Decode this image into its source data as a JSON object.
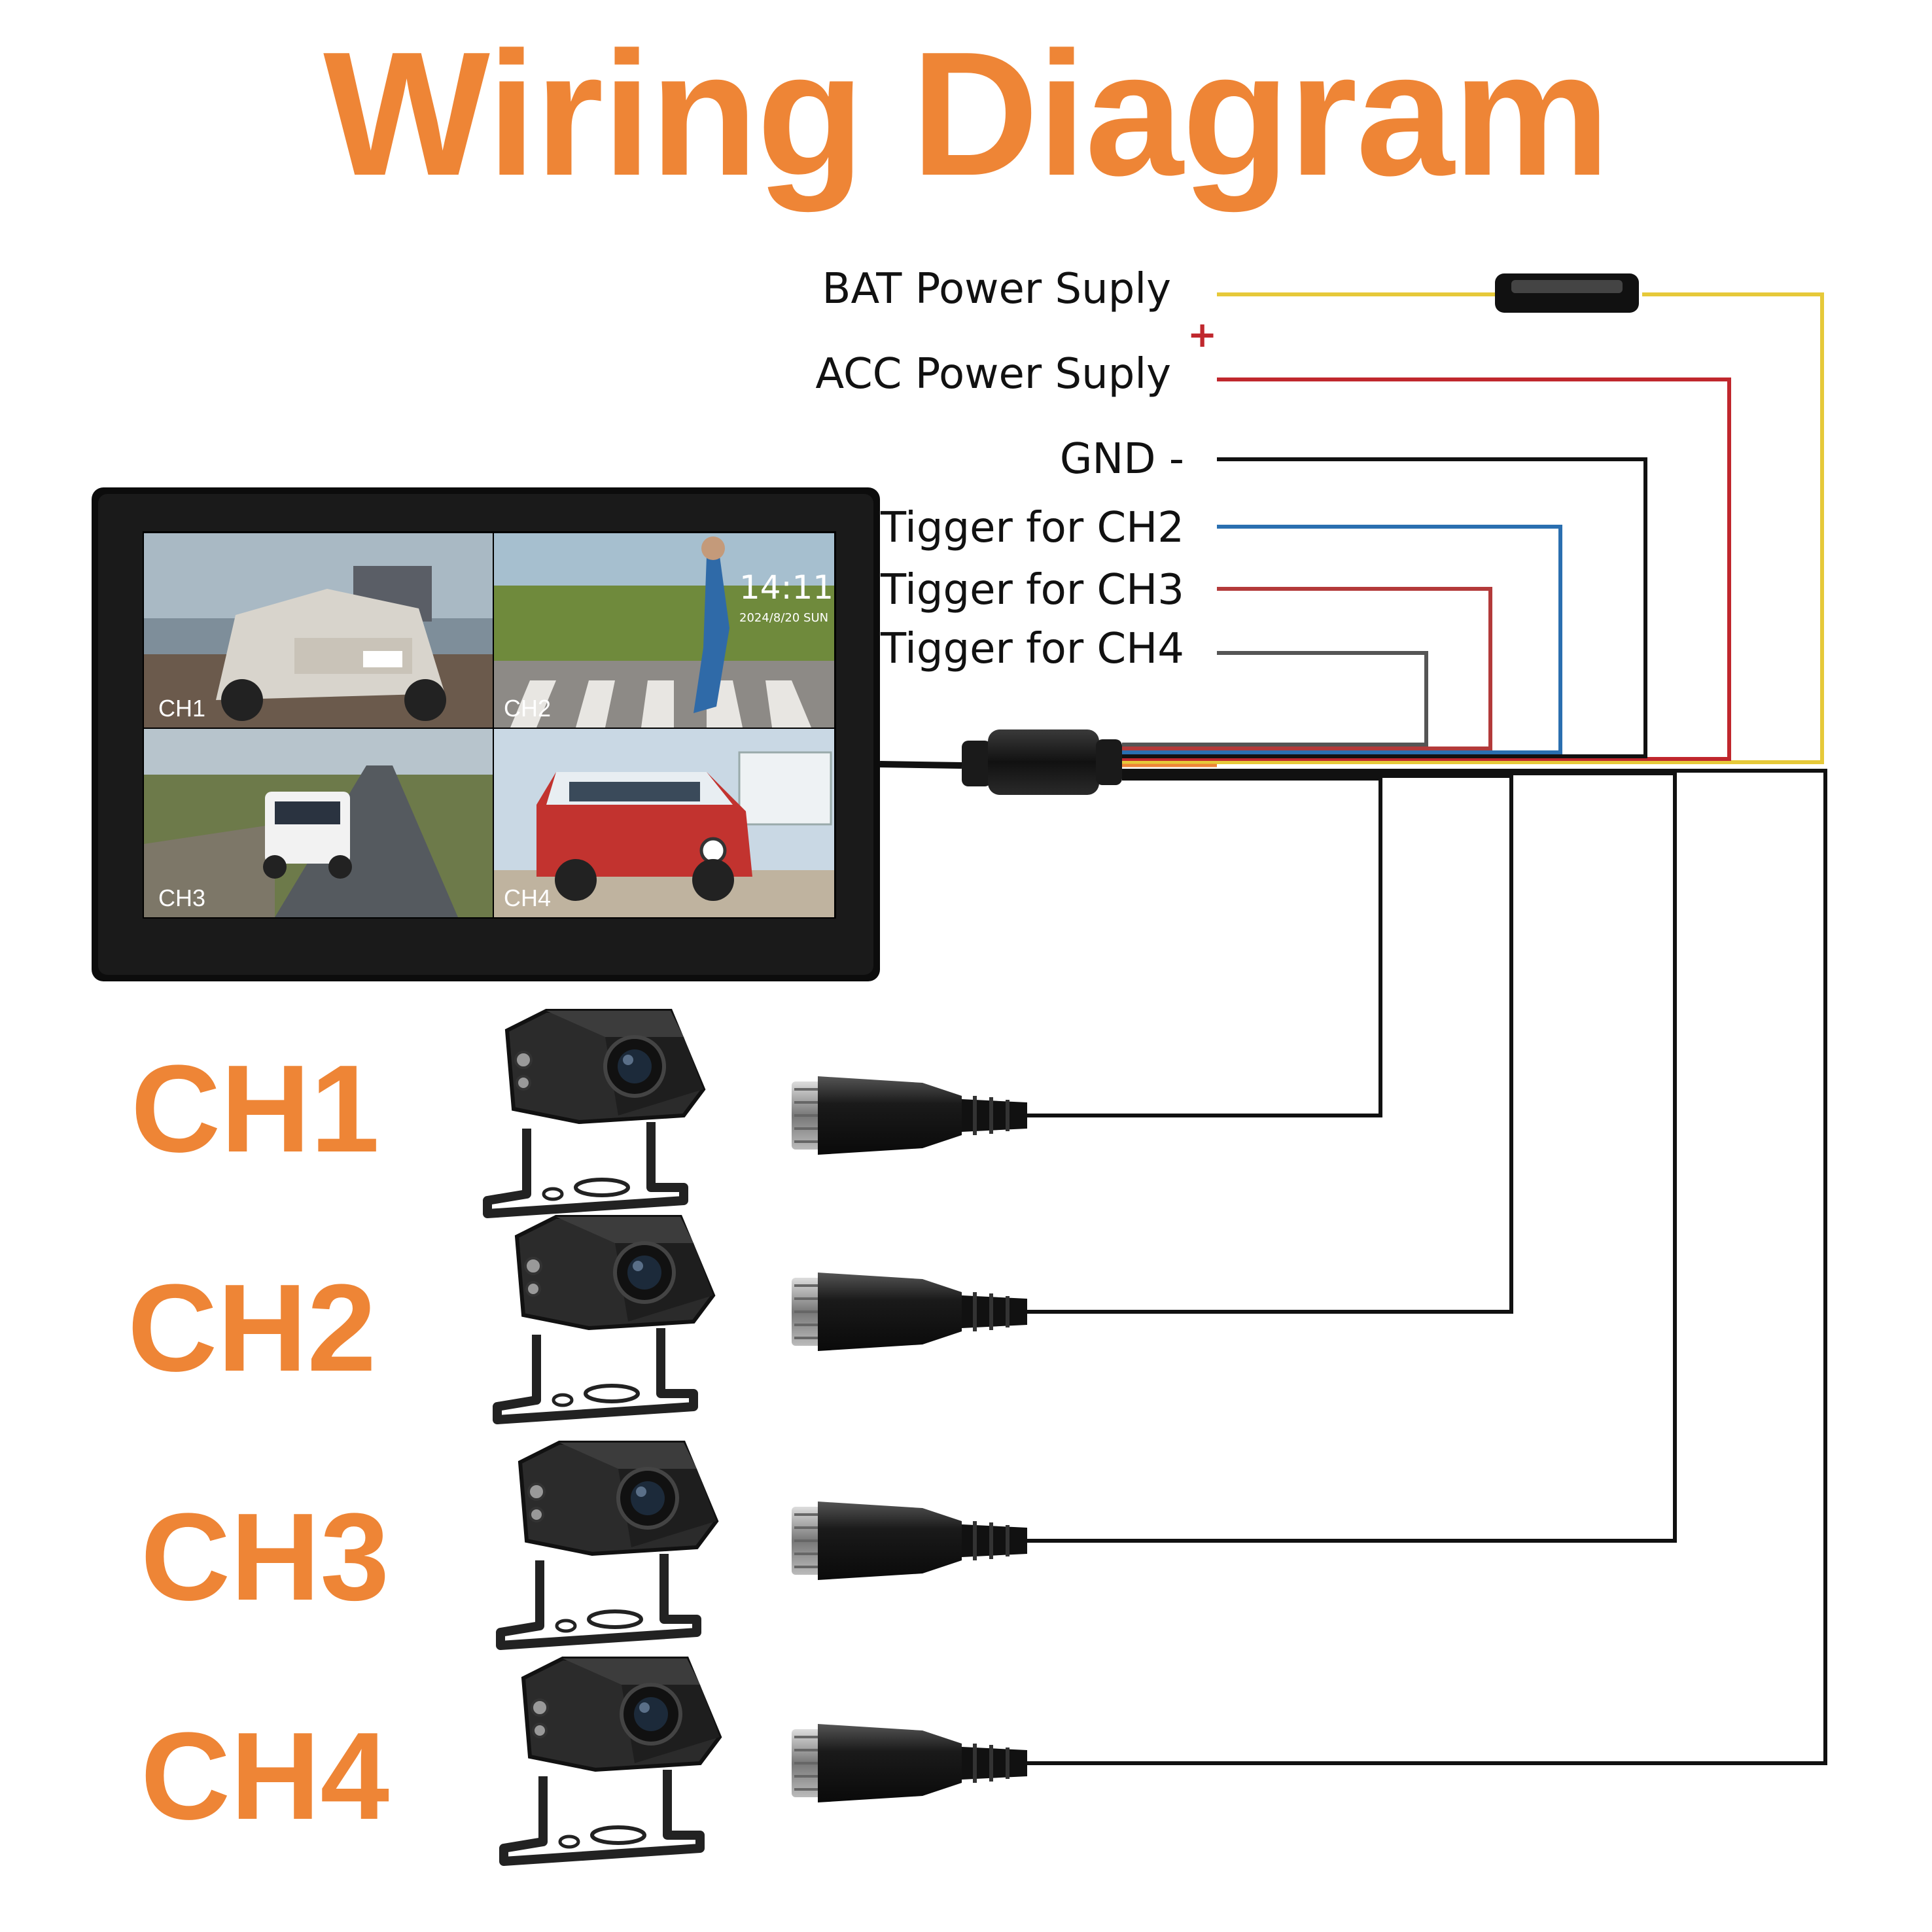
{
  "title": "Wiring Diagram",
  "wires": [
    {
      "label": "BAT Power Suply",
      "color": "#e6c939"
    },
    {
      "label": "ACC Power Suply",
      "color": "#c0272d",
      "marker": "+"
    },
    {
      "label": "GND -",
      "color": "#111111"
    },
    {
      "label": "Tigger for CH2",
      "color": "#2a6fb0"
    },
    {
      "label": "Tigger for CH3",
      "color": "#b33a3a"
    },
    {
      "label": "Tigger for CH4",
      "color": "#555555"
    }
  ],
  "monitor": {
    "quadrants": [
      "CH1",
      "CH2",
      "CH3",
      "CH4"
    ],
    "clock_time": "14:11",
    "clock_date": "2024/8/20 SUN"
  },
  "channels": [
    "CH1",
    "CH2",
    "CH3",
    "CH4"
  ],
  "colors": {
    "accent": "#ee8536",
    "cable": "#111111"
  }
}
